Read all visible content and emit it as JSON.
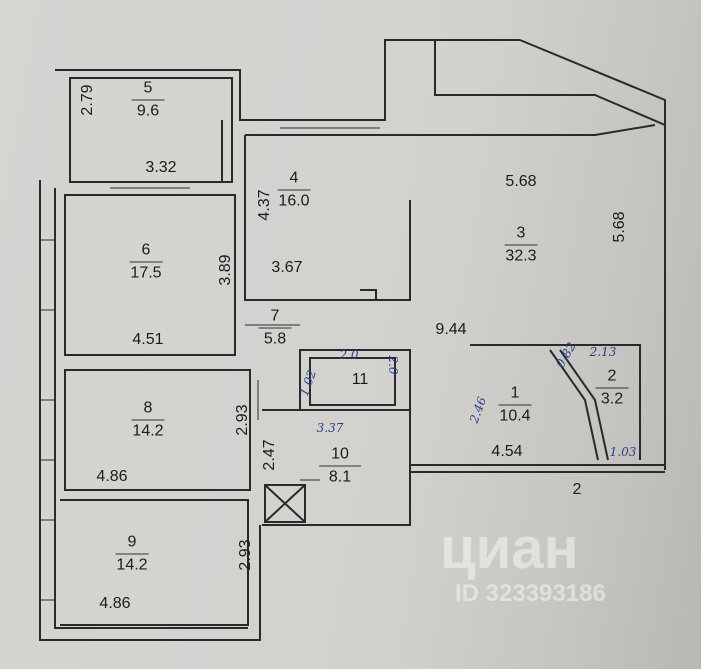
{
  "rooms": [
    {
      "number": "5",
      "area": "9.6",
      "dims": [
        "2.79",
        "3.32"
      ]
    },
    {
      "number": "4",
      "area": "16.0",
      "dims": [
        "4.37",
        "3.67"
      ]
    },
    {
      "number": "3",
      "area": "32.3",
      "dims": [
        "5.68",
        "5.68",
        "9.44"
      ]
    },
    {
      "number": "6",
      "area": "17.5",
      "dims": [
        "3.89",
        "4.51"
      ]
    },
    {
      "number": "7",
      "area": "5.8"
    },
    {
      "number": "11"
    },
    {
      "number": "8",
      "area": "14.2",
      "dims": [
        "2.93",
        "4.86"
      ]
    },
    {
      "number": "10",
      "area": "8.1",
      "dims": [
        "2.47"
      ]
    },
    {
      "number": "1",
      "area": "10.4",
      "dims": [
        "4.54"
      ]
    },
    {
      "number": "2",
      "area": "3.2"
    },
    {
      "number": "9",
      "area": "14.2",
      "dims": [
        "2.93",
        "4.86"
      ]
    }
  ],
  "balcony_label": "2",
  "handwritten": [
    "2.0",
    "1.02",
    "2.0",
    "3.37",
    "2.46",
    "0.82",
    "2.13",
    "1.03"
  ],
  "watermark": {
    "brand": "циан",
    "id": "ID 323393186"
  }
}
